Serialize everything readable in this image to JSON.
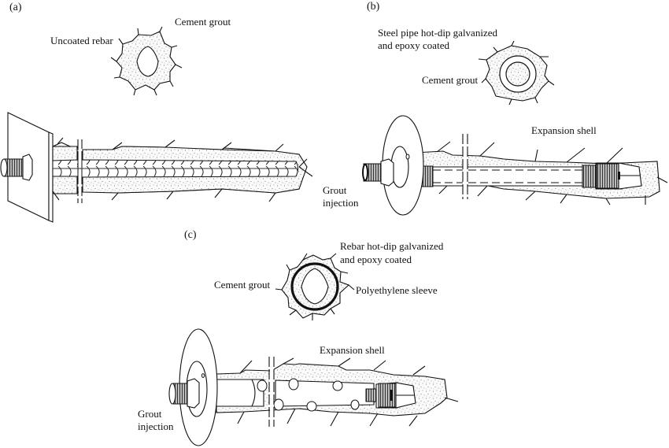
{
  "figure": {
    "panels": [
      {
        "id": "a",
        "label": "(a)",
        "cross_section_labels": [
          "Uncoated rebar",
          "Cement grout"
        ],
        "side_view_labels": [
          "Grout injection"
        ]
      },
      {
        "id": "b",
        "label": "(b)",
        "cross_section_labels": [
          "Steel pipe hot-dip galvanized",
          "and epoxy coated",
          "Cement grout"
        ],
        "side_view_labels": [
          "Expansion shell"
        ]
      },
      {
        "id": "c",
        "label": "(c)",
        "cross_section_labels": [
          "Rebar hot-dip galvanized",
          "and epoxy coated",
          "Cement grout",
          "Polyethylene sleeve"
        ],
        "side_view_labels": [
          "Expansion shell",
          "Grout",
          "injection"
        ]
      }
    ],
    "grout_injection": [
      "Grout",
      "injection"
    ]
  }
}
